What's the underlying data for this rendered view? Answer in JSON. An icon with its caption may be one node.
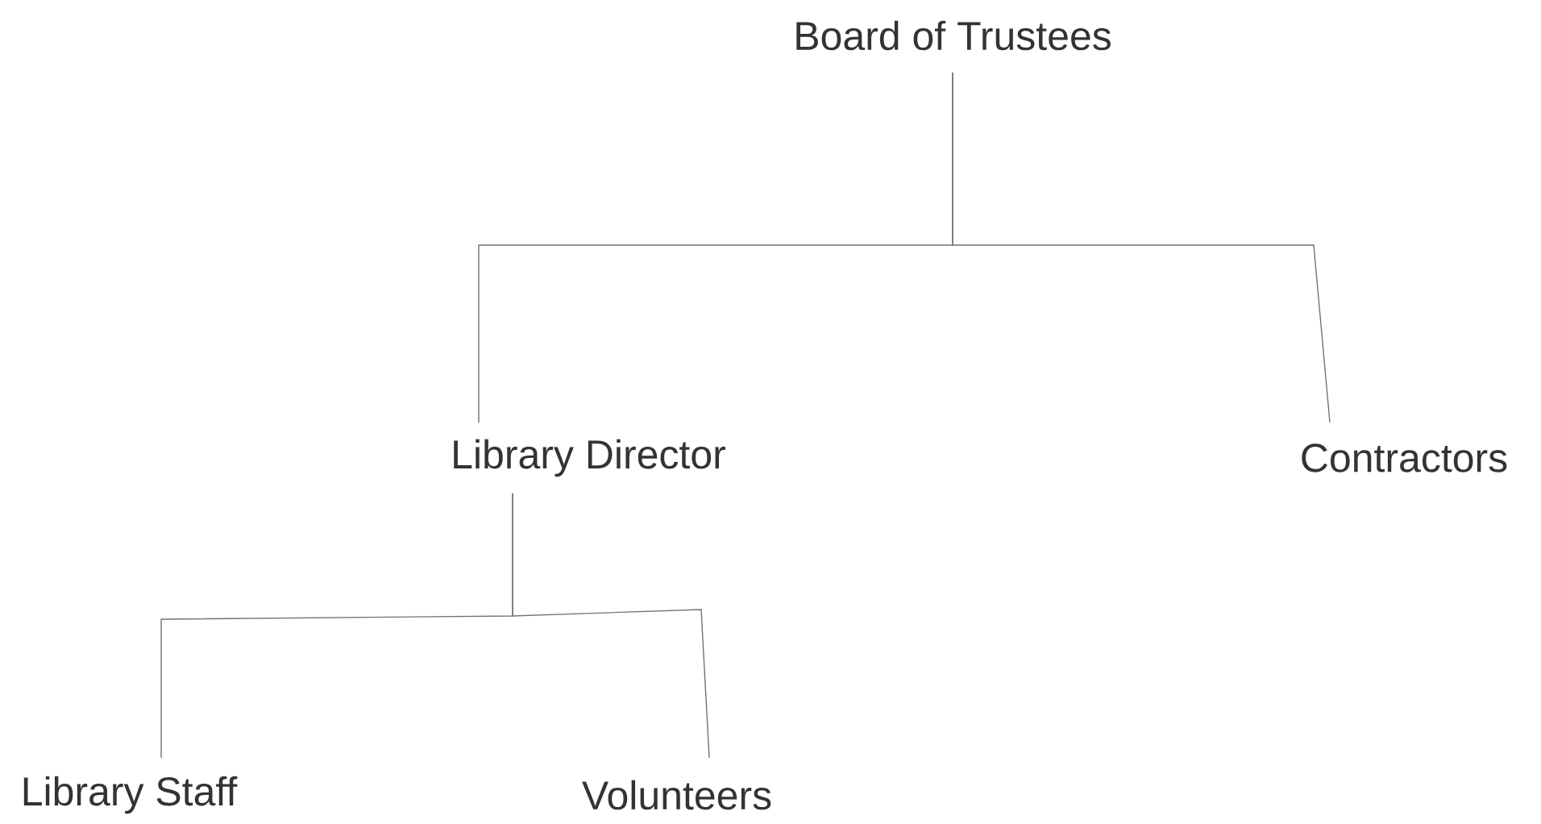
{
  "diagram": {
    "nodes": [
      {
        "text": [
          "Board of Trustees"
        ]
      },
      {
        "text": [
          "Library Director"
        ]
      },
      {
        "text": [
          "Contractors"
        ]
      },
      {
        "text": [
          "Library Staff"
        ]
      },
      {
        "text": [
          "Volunteers"
        ]
      }
    ],
    "edges": [
      {
        "from": 0,
        "to": 1,
        "arrow": "none"
      },
      {
        "from": 0,
        "to": 2,
        "arrow": "none"
      },
      {
        "from": 1,
        "to": 3,
        "arrow": "none"
      },
      {
        "from": 1,
        "to": 4,
        "arrow": "none"
      }
    ]
  }
}
